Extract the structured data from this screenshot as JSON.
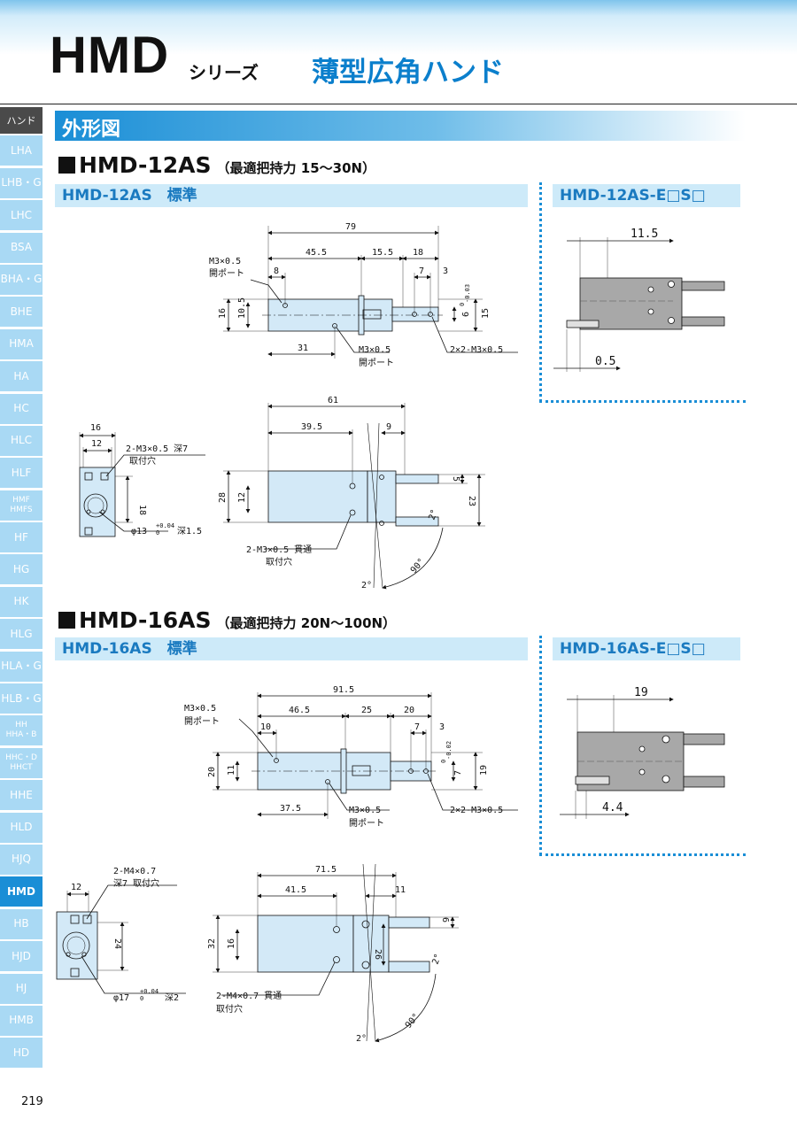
{
  "header": {
    "series_code": "HMD",
    "series_suffix": "シリーズ",
    "series_desc": "薄型広角ハンド"
  },
  "sidebar": {
    "category": "ハンド",
    "items": [
      "LHA",
      "LHB・G",
      "LHC",
      "BSA",
      "BHA・G",
      "BHE",
      "HMA",
      "HA",
      "HC",
      "HLC",
      "HLF",
      "HMF\nHMFS",
      "HF",
      "HG",
      "HK",
      "HLG",
      "HLA・G",
      "HLB・G",
      "HH\nHHA・B",
      "HHC・D\nHHCT",
      "HHE",
      "HLD",
      "HJQ",
      "HMD",
      "HB",
      "HJD",
      "HJ",
      "HMB",
      "HD"
    ],
    "active": "HMD"
  },
  "section_title": "外形図",
  "models": [
    {
      "name": "HMD-12AS",
      "note": "（最適把持力 15〜30N）",
      "standard_label": "HMD-12AS　標準",
      "option_label": "HMD-12AS-E□S□",
      "top": {
        "dims": [
          "79",
          "45.5",
          "15.5",
          "18",
          "8",
          "7",
          "3",
          "10.5",
          "16",
          "6",
          "15",
          "31"
        ],
        "dim_upper_tol": "0",
        "dim_lower_tol": "-0.03",
        "notes": [
          "M3×0.5",
          "開ポート",
          "M3×0.5",
          "開ポート",
          "2×2-M3×0.5"
        ]
      },
      "end": {
        "dims": [
          "16",
          "12",
          "18"
        ],
        "notes": [
          "2-M3×0.5 深7",
          "取付穴",
          "φ13",
          "+0.04",
          "0",
          "深1.5"
        ]
      },
      "side": {
        "dims": [
          "61",
          "39.5",
          "9",
          "5",
          "28",
          "12",
          "23",
          "2°",
          "2°",
          "90°"
        ],
        "notes": [
          "2-M3×0.5 貫通",
          "取付穴"
        ]
      },
      "option": {
        "dims": [
          "11.5",
          "0.5"
        ]
      }
    },
    {
      "name": "HMD-16AS",
      "note": "（最適把持力 20N〜100N）",
      "standard_label": "HMD-16AS　標準",
      "option_label": "HMD-16AS-E□S□",
      "top": {
        "dims": [
          "91.5",
          "46.5",
          "25",
          "20",
          "10",
          "7",
          "3",
          "20",
          "11",
          "7",
          "19",
          "37.5"
        ],
        "dim_upper_tol": "0",
        "dim_lower_tol": "-0.02",
        "notes": [
          "M3×0.5",
          "開ポート",
          "M3×0.5",
          "開ポート",
          "2×2-M3×0.5"
        ]
      },
      "end": {
        "dims": [
          "12",
          "24"
        ],
        "notes": [
          "2-M4×0.7",
          "深7 取付穴",
          "φ17",
          "+0.04",
          "0",
          "深2"
        ]
      },
      "side": {
        "dims": [
          "71.5",
          "41.5",
          "11",
          "6",
          "32",
          "16",
          "26",
          "2°",
          "2°",
          "90°"
        ],
        "notes": [
          "2-M4×0.7 貫通",
          "取付穴"
        ]
      },
      "option": {
        "dims": [
          "19",
          "4.4"
        ]
      }
    }
  ],
  "page_number": "219",
  "colors": {
    "accent": "#1a8ed6",
    "tab": "#a9d9f4",
    "subhead_bg": "#cdeaf9",
    "part_fill": "#d3e9f7"
  }
}
